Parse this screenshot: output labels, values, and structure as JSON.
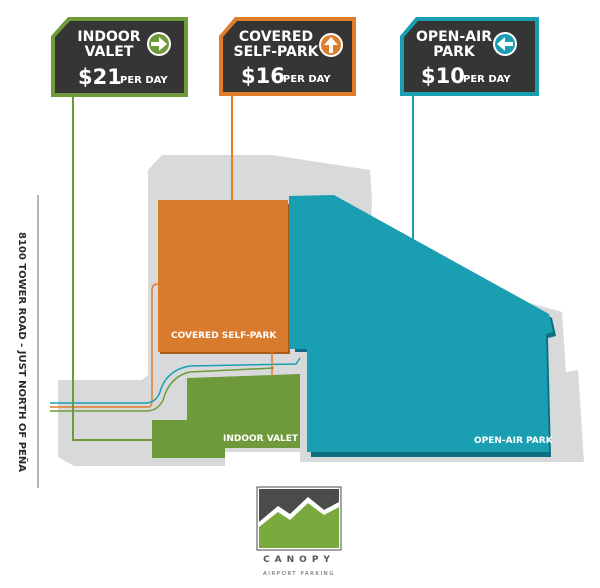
{
  "signs": {
    "indoor_valet": {
      "line1": "INDOOR",
      "line2": "VALET",
      "price": "$21",
      "unit": "PER DAY",
      "arrow": "arrow-right-icon",
      "color": "#6f9a3b"
    },
    "covered_self_park": {
      "line1": "COVERED",
      "line2": "SELF-PARK",
      "price": "$16",
      "unit": "PER DAY",
      "arrow": "arrow-up-icon",
      "color": "#e07d2a"
    },
    "open_air_park": {
      "line1": "OPEN-AIR",
      "line2": "PARK",
      "price": "$10",
      "unit": "PER DAY",
      "arrow": "arrow-left-icon",
      "color": "#1a9fb2"
    }
  },
  "lots": {
    "covered_self_park": "COVERED SELF-PARK",
    "indoor_valet": "INDOOR VALET",
    "open_air_park": "OPEN-AIR PARK"
  },
  "road_label": "8100 TOWER ROAD - JUST NORTH OF PEÑA",
  "brand": {
    "name": "CANOPY",
    "tagline": "AIRPORT PARKING"
  },
  "colors": {
    "valet_green": "#6f9a3b",
    "covered_orange": "#d97b2c",
    "openair_teal": "#1a9fb2",
    "ground_gray": "#d8d9db",
    "sign_dark": "#353536"
  }
}
